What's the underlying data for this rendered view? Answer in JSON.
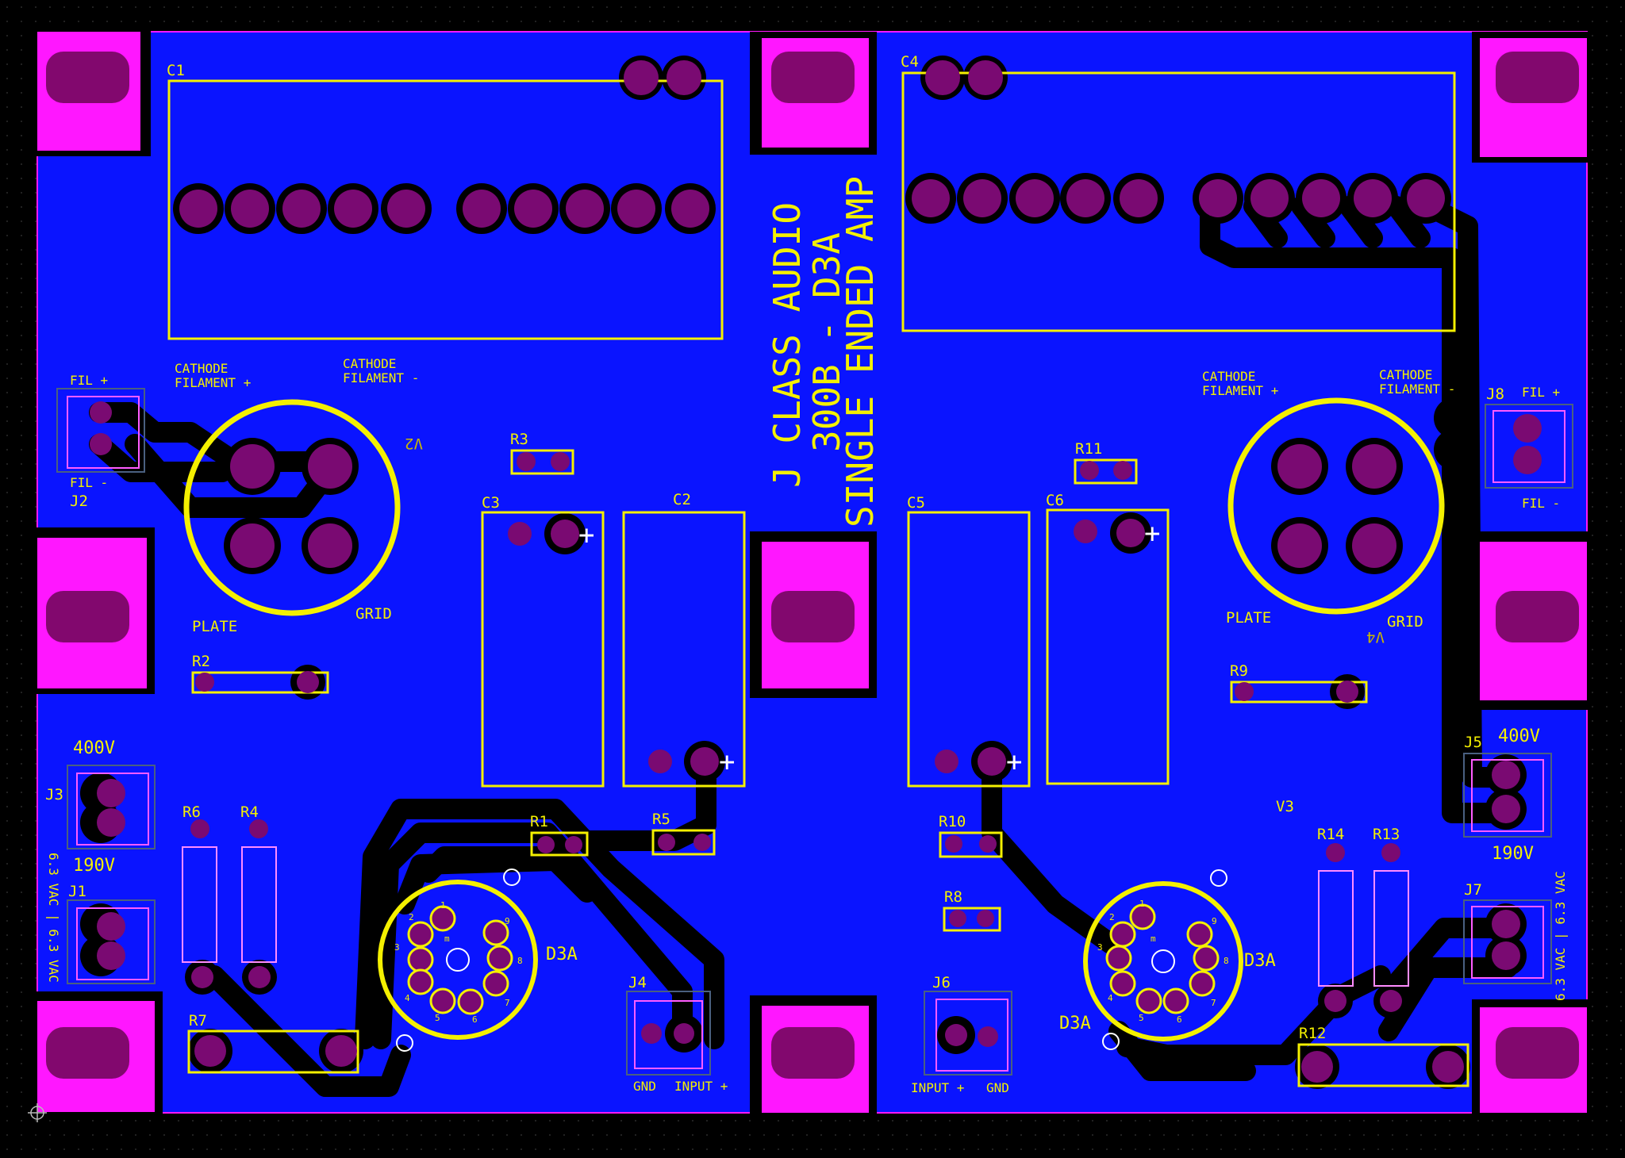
{
  "colors": {
    "background": "#000000",
    "board": "#0a14ff",
    "copper_keepout": "#000000",
    "pad": "#7a0a72",
    "pad_magenta": "#ff17ff",
    "silkscreen": "#f4f000",
    "mounting_pad": "#82086e"
  },
  "title": {
    "line1": "J CLASS AUDIO",
    "line2": "300B - D3A",
    "line3": "SINGLE ENDED AMP"
  },
  "designators": {
    "C1": "C1",
    "C2": "C2",
    "C3": "C3",
    "C4": "C4",
    "C5": "C5",
    "C6": "C6",
    "R1": "R1",
    "R2": "R2",
    "R3": "R3",
    "R4": "R4",
    "R5": "R5",
    "R6": "R6",
    "R7": "R7",
    "R8": "R8",
    "R9": "R9",
    "R10": "R10",
    "R11": "R11",
    "R12": "R12",
    "R13": "R13",
    "R14": "R14",
    "J1": "J1",
    "J2": "J2",
    "J3": "J3",
    "J4": "J4",
    "J5": "J5",
    "J6": "J6",
    "J7": "J7",
    "J8": "J8",
    "V2": "V2",
    "V3": "V3",
    "V4": "V4"
  },
  "labels": {
    "cathode": "CATHODE",
    "filament_plus": "FILAMENT +",
    "filament_minus": "FILAMENT -",
    "fil_plus": "FIL +",
    "fil_minus": "FIL -",
    "plate": "PLATE",
    "grid": "GRID",
    "v400": "400V",
    "v190": "190V",
    "vac": "6.3 VAC | 6.3 VAC",
    "gnd": "GND",
    "input_plus": "INPUT +",
    "d3a": "D3A",
    "plus": "+",
    "pin1": "1",
    "pin2": "2",
    "pin3": "3",
    "pin4": "4",
    "pin5": "5",
    "pin6": "6",
    "pin7": "7",
    "pin8": "8",
    "pin9": "9",
    "pinm": "m"
  }
}
